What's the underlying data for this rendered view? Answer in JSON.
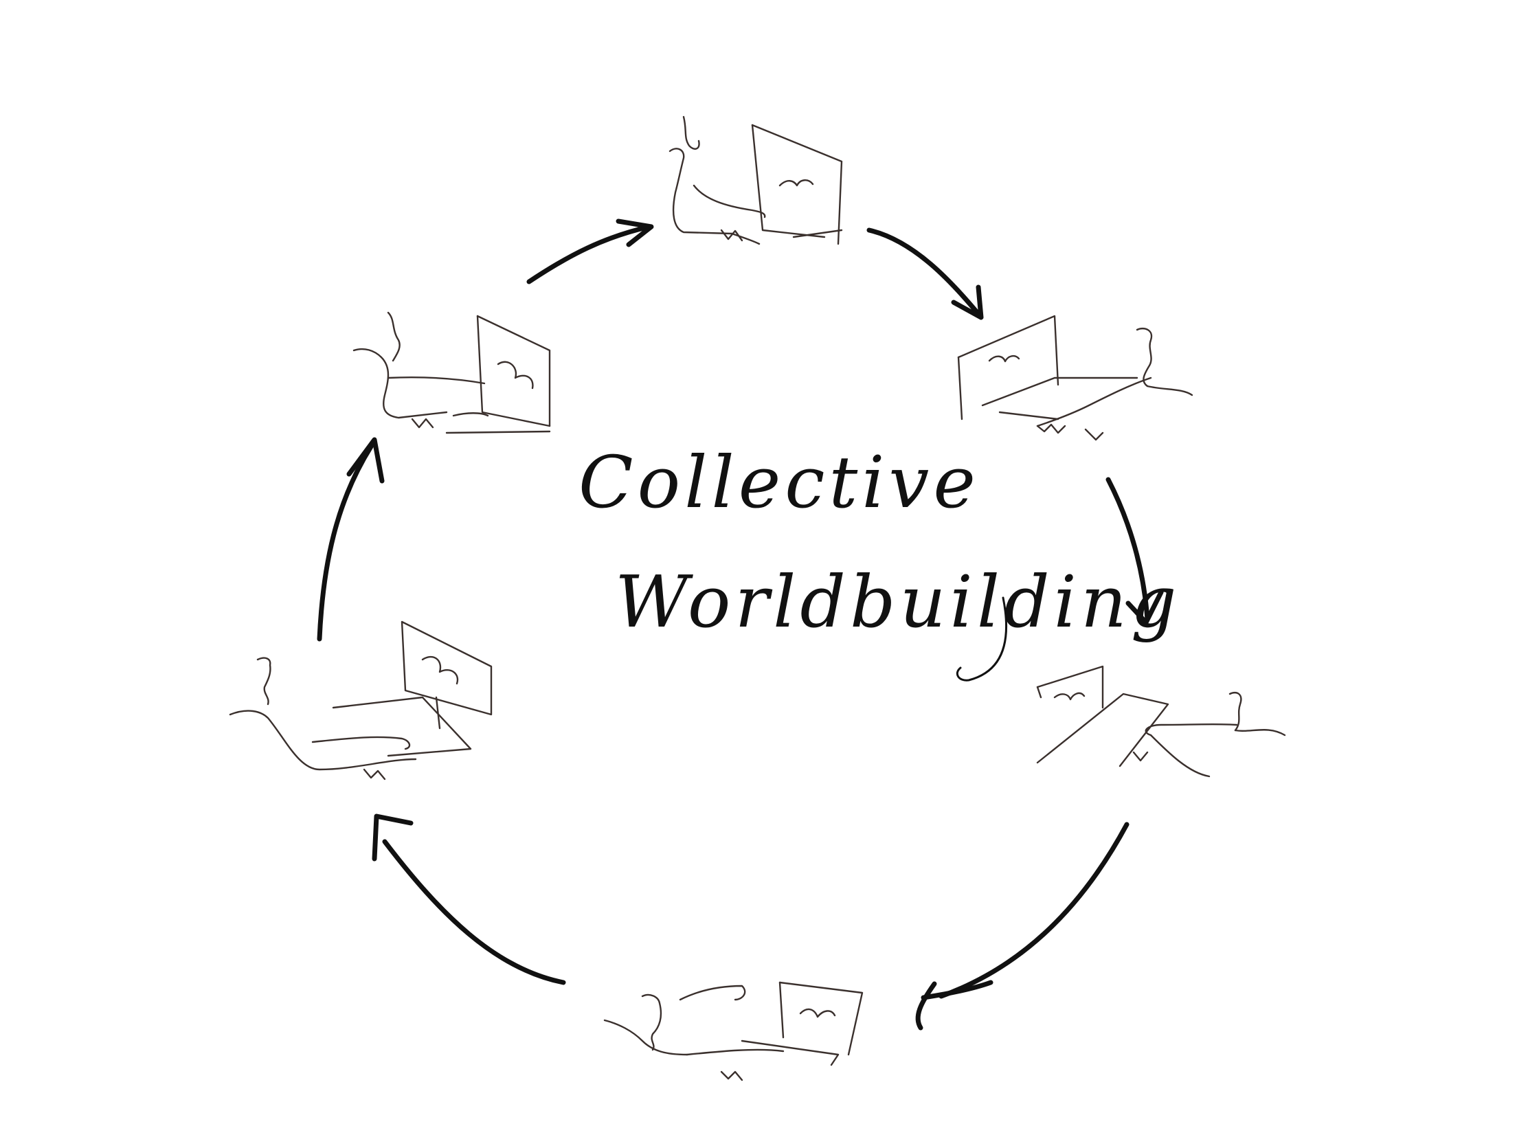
{
  "diagram": {
    "title_line_1": "Collective",
    "title_line_2": "Worldbuilding",
    "colors": {
      "ink": "#111111",
      "sketch": "#3a302d",
      "background": "#ffffff"
    },
    "nodes": [
      {
        "id": "top",
        "icon": "person-at-laptop-sketch"
      },
      {
        "id": "upper-right",
        "icon": "person-at-laptop-sketch"
      },
      {
        "id": "lower-right",
        "icon": "person-at-laptop-sketch"
      },
      {
        "id": "bottom",
        "icon": "person-at-laptop-sketch"
      },
      {
        "id": "lower-left",
        "icon": "person-at-monitor-sketch"
      },
      {
        "id": "upper-left",
        "icon": "person-at-laptop-sketch"
      }
    ],
    "cycle_direction": "clockwise"
  }
}
